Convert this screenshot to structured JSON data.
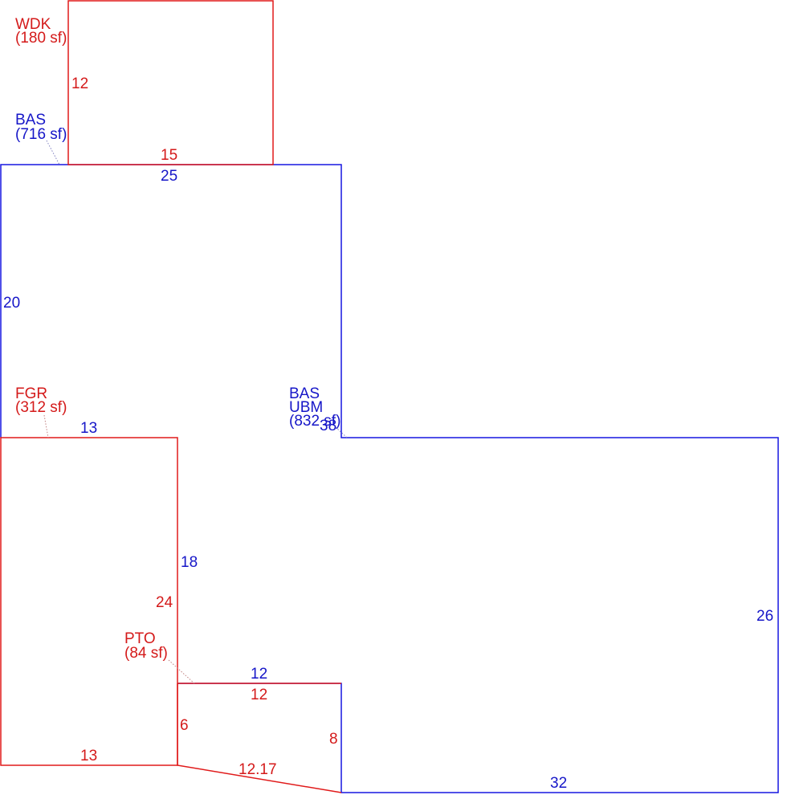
{
  "areas": {
    "wdk": {
      "code": "WDK",
      "area": "(180 sf)"
    },
    "bas_upper": {
      "code": "BAS",
      "area": "(716 sf)"
    },
    "fgr": {
      "code": "FGR",
      "area": "(312 sf)"
    },
    "bas_ubm": {
      "code": "BAS",
      "code2": "UBM",
      "area": "(832 sf)"
    },
    "pto": {
      "code": "PTO",
      "area": "(84 sf)"
    }
  },
  "dimensions": {
    "wdk_side": "12",
    "wdk_bottom": "15",
    "bas_top": "25",
    "bas_left": "20",
    "bas_right_upper": "38",
    "fgr_top": "13",
    "bas_inner": "18",
    "fgr_right": "24",
    "fgr_bottom": "13",
    "pto_top_blue": "12",
    "pto_top_red": "12",
    "pto_left": "6",
    "pto_right": "8",
    "pto_diag": "12.17",
    "ubm_right": "26",
    "ubm_bottom": "32"
  },
  "colors": {
    "living_area": "#1616e0",
    "other_area": "#e01a1a"
  }
}
